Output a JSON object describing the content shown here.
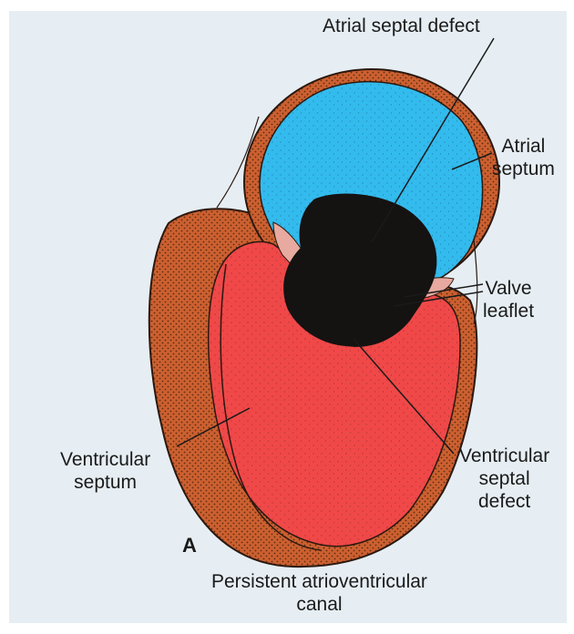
{
  "figure": {
    "panel_letter": "A",
    "colors": {
      "background": "#e6eef3",
      "atrium": "#33bbee",
      "ventricle": "#f04848",
      "myocardium": "#cc6030",
      "defect": "#151212",
      "leaflet": "#e8aaa0",
      "outline": "#2a1810"
    },
    "labels": {
      "atrial_septal_defect": {
        "lines": [
          "Atrial septal defect"
        ]
      },
      "atrial_septum": {
        "lines": [
          "Atrial",
          "septum"
        ]
      },
      "valve_leaflet": {
        "lines": [
          "Valve",
          "leaflet"
        ]
      },
      "ventricular_septal_defect": {
        "lines": [
          "Ventricular",
          "septal",
          "defect"
        ]
      },
      "ventricular_septum": {
        "lines": [
          "Ventricular",
          "septum"
        ]
      },
      "persistent_av_canal": {
        "lines": [
          "Persistent atrioventricular",
          "canal"
        ]
      }
    }
  }
}
